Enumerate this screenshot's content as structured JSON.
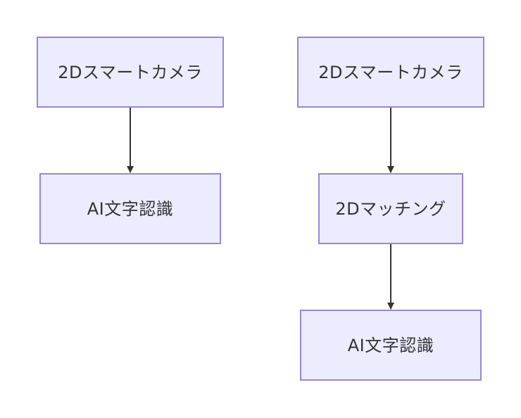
{
  "diagram": {
    "left_flow": {
      "camera": "2Dスマートカメラ",
      "ocr": "AI文字認識"
    },
    "right_flow": {
      "camera": "2Dスマートカメラ",
      "matching": "2Dマッチング",
      "ocr": "AI文字認識"
    }
  },
  "colors": {
    "node_fill": "#ececfe",
    "node_border": "#9a86d6",
    "edge": "#333333",
    "text": "#333333"
  }
}
